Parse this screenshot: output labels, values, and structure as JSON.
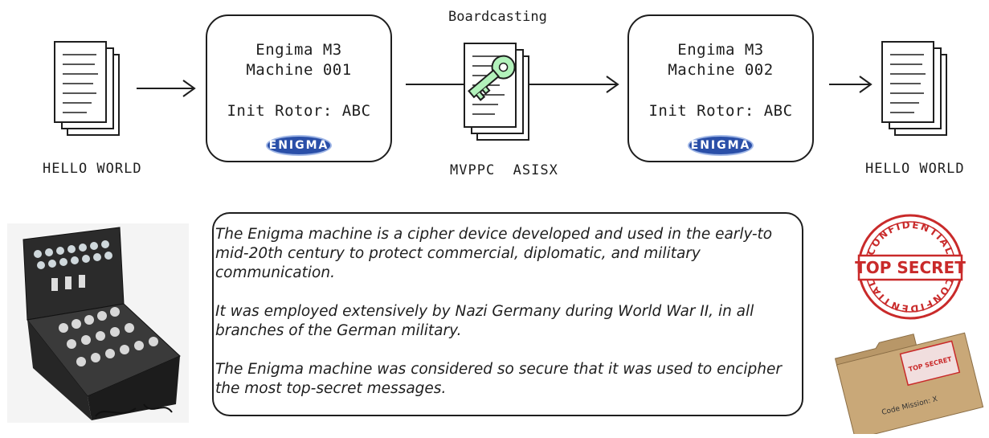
{
  "flow": {
    "input_label": "HELLO WORLD",
    "broadcast_label": "Boardcasting",
    "ciphertext": "MVPPC  ASISX",
    "output_label": "HELLO WORLD"
  },
  "machine1": {
    "line1": "Engima M3",
    "line2": "Machine 001",
    "rotor": "Init Rotor: ABC",
    "logo": "ENIGMA"
  },
  "machine2": {
    "line1": "Engima M3",
    "line2": "Machine 002",
    "rotor": "Init Rotor: ABC",
    "logo": "ENIGMA"
  },
  "description": {
    "p1": "The Enigma machine is a cipher device developed and used in the early-to mid-20th century to protect commercial, diplomatic, and military communication.",
    "p2": "It was employed extensively by Nazi Germany during World War II, in all branches of the German military.",
    "p3": "The Enigma machine was considered so secure that it was used to encipher the most top-secret messages."
  },
  "stamp": {
    "top_arc": "CONFIDENTIAL",
    "main": "TOP SECRET",
    "bottom_arc": "CONFIDENTIAL"
  },
  "folder": {
    "stamp_main": "TOP SECRET",
    "label": "Code Mission: X"
  },
  "colors": {
    "key": "#b2f2bb",
    "stamp": "#c92a2a",
    "folder": "#c9a878",
    "logo": "#2a4fa8"
  }
}
